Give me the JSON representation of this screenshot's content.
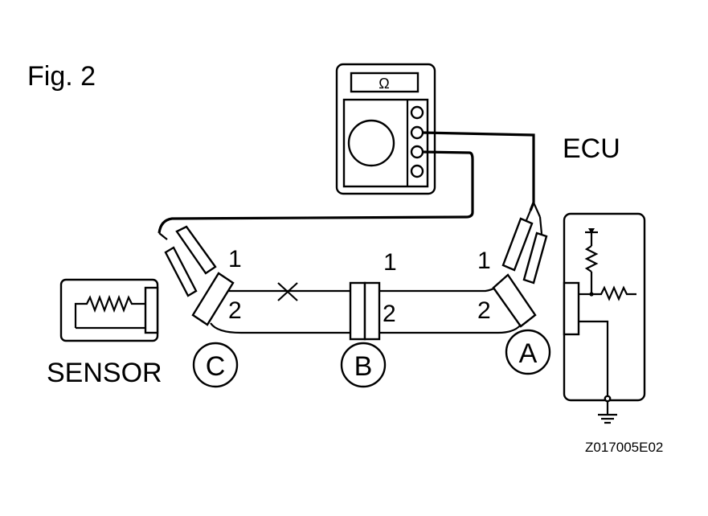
{
  "figure": {
    "title": "Fig. 2",
    "ecu_label": "ECU",
    "sensor_label": "SENSOR",
    "ohmmeter_symbol": "Ω",
    "figure_code": "Z017005E02"
  },
  "connectors": {
    "a": {
      "label": "A",
      "pin_top": "1",
      "pin_bottom": "2"
    },
    "b": {
      "label": "B",
      "pin_top": "1",
      "pin_bottom": "2"
    },
    "c": {
      "label": "C",
      "pin_top": "1",
      "pin_bottom": "2"
    }
  }
}
